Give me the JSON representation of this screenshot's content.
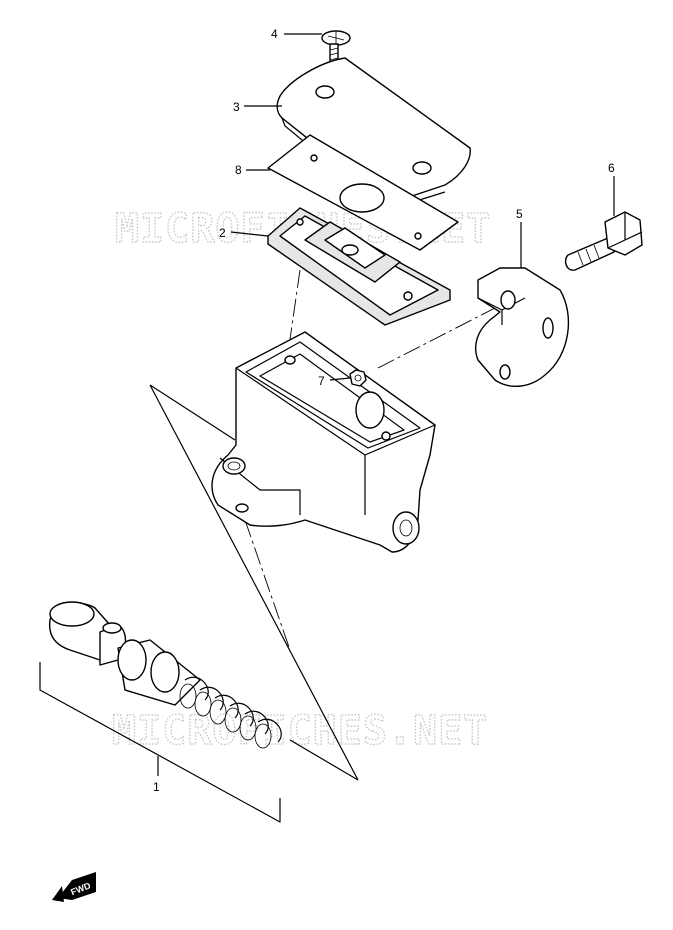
{
  "callouts": {
    "c1": "1",
    "c2": "2",
    "c3": "3",
    "c4": "4",
    "c5": "5",
    "c6": "6",
    "c7": "7",
    "c8": "8"
  },
  "watermark": "MICROFICHES.NET",
  "fwd_label": "FWD"
}
